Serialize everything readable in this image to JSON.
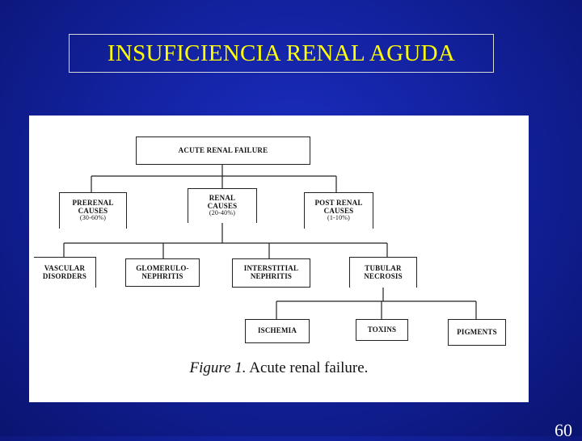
{
  "slide": {
    "title": "INSUFICIENCIA RENAL AGUDA",
    "page_number": "60"
  },
  "diagram": {
    "root": "ACUTE RENAL FAILURE",
    "prerenal": {
      "line1": "PRERENAL",
      "line2": "CAUSES",
      "percent": "(30-60%)"
    },
    "renal": {
      "line1": "RENAL",
      "line2": "CAUSES",
      "percent": "(20-40%)"
    },
    "postrenal": {
      "line1": "POST RENAL",
      "line2": "CAUSES",
      "percent": "(1-10%)"
    },
    "vascular": {
      "line1": "VASCULAR",
      "line2": "DISORDERS"
    },
    "glomerulo": {
      "line1": "GLOMERULO-",
      "line2": "NEPHRITIS"
    },
    "interstitial": {
      "line1": "INTERSTITIAL",
      "line2": "NEPHRITIS"
    },
    "tubular": {
      "line1": "TUBULAR",
      "line2": "NECROSIS"
    },
    "ischemia": "ISCHEMIA",
    "toxins": "TOXINS",
    "pigments": "PIGMENTS",
    "caption_label": "Figure 1.",
    "caption_text": "Acute renal failure."
  }
}
